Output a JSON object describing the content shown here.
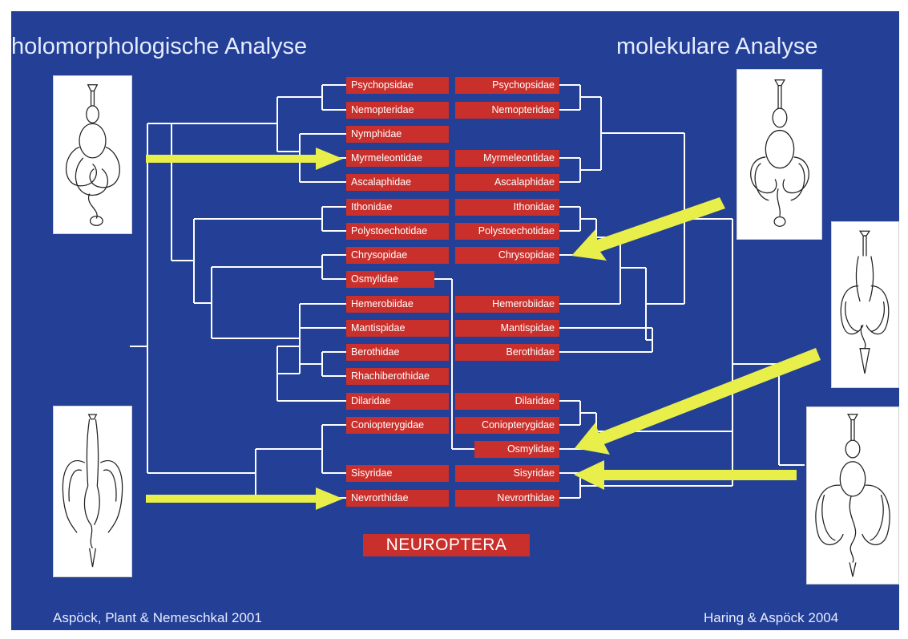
{
  "titles": {
    "left": "holomorphologische Analyse",
    "right": "molekulare Analyse"
  },
  "citations": {
    "left": "Aspöck, Plant & Nemeschkal 2001",
    "right": "Haring & Aspöck 2004"
  },
  "order_label": "NEUROPTERA",
  "left_taxa": [
    "Psychopsidae",
    "Nemopteridae",
    "Nymphidae",
    "Myrmeleontidae",
    "Ascalaphidae",
    "Ithonidae",
    "Polystoechotidae",
    "Chrysopidae",
    "Osmylidae",
    "Hemerobiidae",
    "Mantispidae",
    "Berothidae",
    "Rhachiberothidae",
    "Dilaridae",
    "Coniopterygidae",
    "Sisyridae",
    "Nevrorthidae"
  ],
  "right_taxa": [
    "Psychopsidae",
    "Nemopteridae",
    "",
    "Myrmeleontidae",
    "Ascalaphidae",
    "Ithonidae",
    "Polystoechotidae",
    "Chrysopidae",
    "",
    "Hemerobiidae",
    "Mantispidae",
    "Berothidae",
    "",
    "Dilaridae",
    "Coniopterygidae",
    "Osmylidae",
    "Sisyridae",
    "Nevrorthidae"
  ],
  "left_tree": "(((Psychopsidae,Nemopteridae),(Nymphidae,(Myrmeleontidae,Ascalaphidae))),(((Ithonidae,Polystoechotidae),((Chrysopidae,Osmylidae),(Hemerobiidae,((Mantispidae,(Berothidae,Rhachiberothidae)),Dilaridae)))),((Coniopterygidae,Sisyridae),Nevrorthidae)))",
  "right_tree": "((((Psychopsidae,Nemopteridae),(Myrmeleontidae,Ascalaphidae)),((((Ithonidae,Polystoechotidae),Chrysopidae),Hemerobiidae),(Mantispidae,Berothidae))),(((Dilaridae,Coniopterygidae),Osmylidae),(Sisyridae,Nevrorthidae)))",
  "arrows": [
    {
      "side": "left",
      "points_to": "Myrmeleontidae"
    },
    {
      "side": "left",
      "points_to": "Nevrorthidae"
    },
    {
      "side": "right",
      "points_to": "Chrysopidae"
    },
    {
      "side": "right",
      "points_to": "Osmylidae"
    },
    {
      "side": "right",
      "points_to": "Sisyridae"
    }
  ],
  "colors": {
    "background": "#233f96",
    "taxon_box": "#c9302c",
    "arrow": "#e8ee4a",
    "tree_lines": "#ffffff"
  },
  "illustrations": [
    "digestive-tract-drawing",
    "digestive-tract-drawing",
    "digestive-tract-drawing",
    "digestive-tract-drawing",
    "digestive-tract-drawing"
  ]
}
